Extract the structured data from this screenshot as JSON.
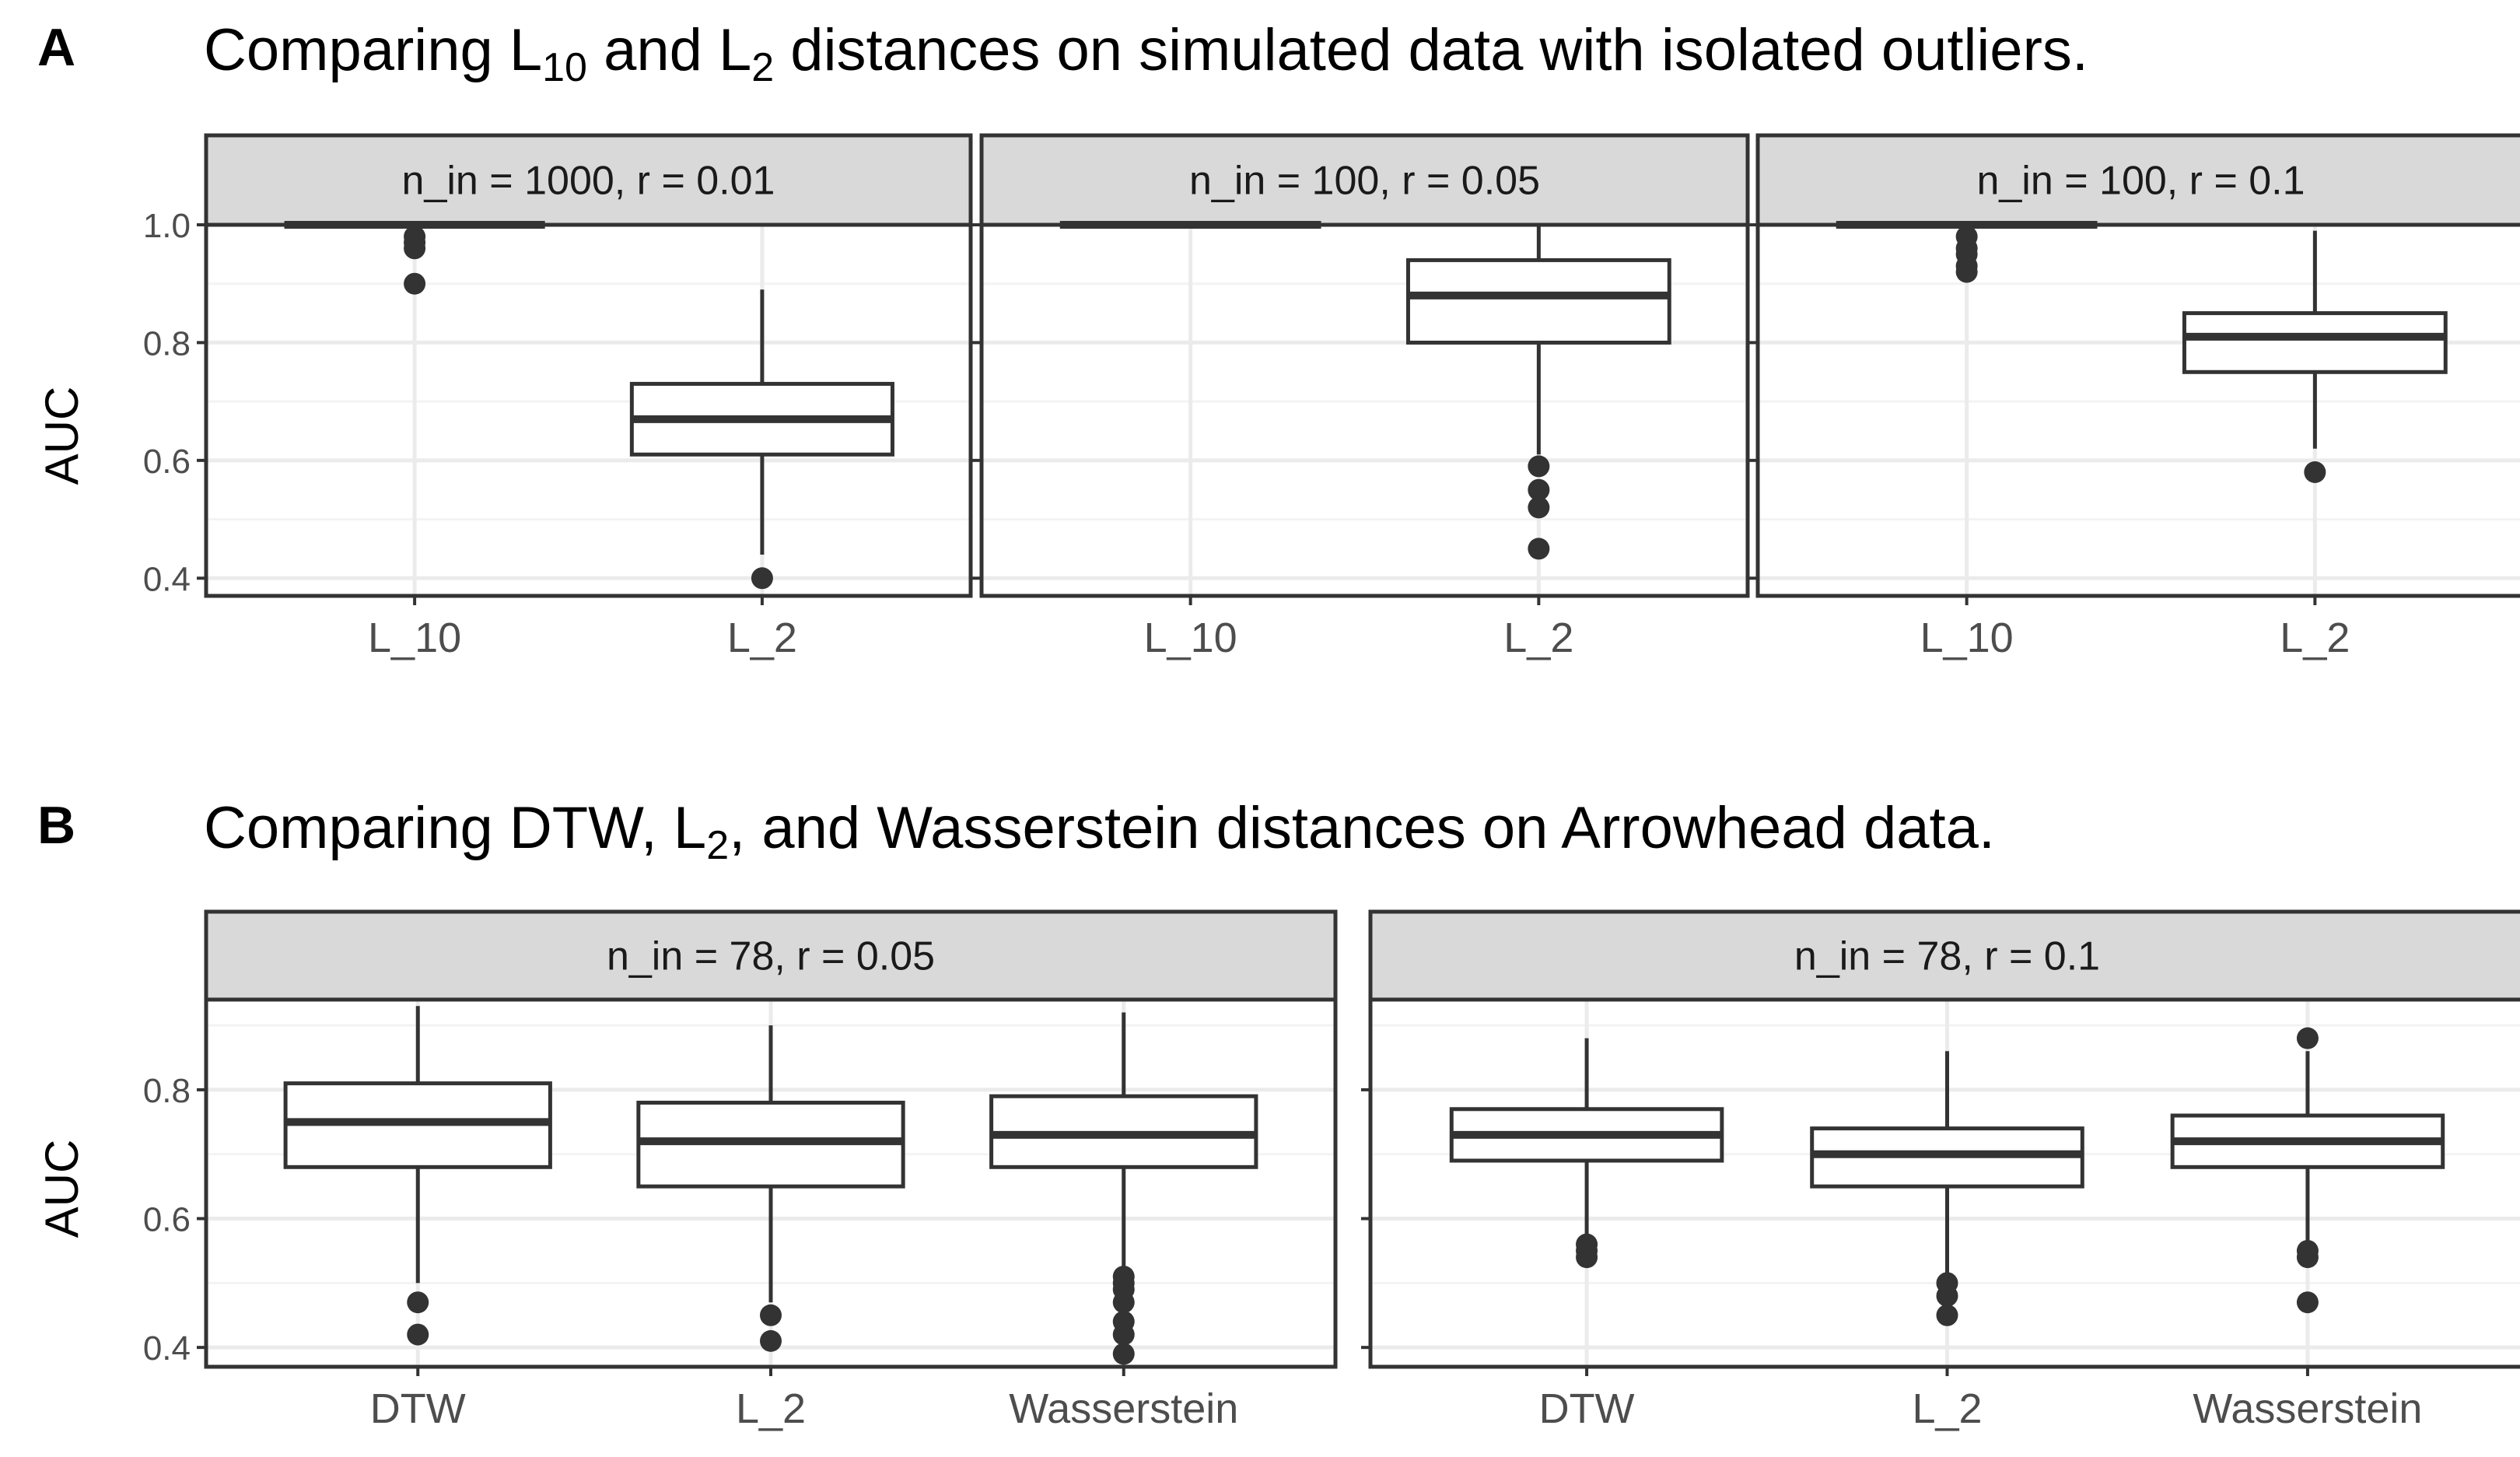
{
  "panels": {
    "A": {
      "letter": "A",
      "title_parts": [
        "Comparing L",
        "10",
        " and L",
        "2",
        " distances on simulated data with isolated outliers."
      ]
    },
    "B": {
      "letter": "B",
      "title_parts": [
        "Comparing DTW, L",
        "2",
        ", and Wasserstein distances on Arrowhead data."
      ]
    }
  },
  "colors": {
    "strip_fill": "#d9d9d9",
    "border": "#333333",
    "grid_major": "#ebebeb",
    "grid_minor": "#f3f3f3",
    "box_fill": "#ffffff",
    "box_line": "#333333",
    "outlier": "#333333"
  },
  "chart_data": [
    {
      "type": "boxplot",
      "row": "A",
      "facet": "n_in = 1000,  r = 0.01",
      "ylabel": "AUC",
      "ylim": [
        0.37,
        1.0
      ],
      "yticks": [
        "0.4",
        "0.6",
        "0.8",
        "1.0"
      ],
      "categories": [
        "L_10",
        "L_2"
      ],
      "boxes": [
        {
          "min": 1.0,
          "q1": 1.0,
          "median": 1.0,
          "q3": 1.0,
          "max": 1.0,
          "outliers": [
            0.98,
            0.97,
            0.96,
            0.9
          ]
        },
        {
          "min": 0.44,
          "q1": 0.61,
          "median": 0.67,
          "q3": 0.73,
          "max": 0.89,
          "outliers": [
            0.4
          ]
        }
      ]
    },
    {
      "type": "boxplot",
      "row": "A",
      "facet": "n_in = 100,  r = 0.05",
      "ylabel": "AUC",
      "ylim": [
        0.37,
        1.0
      ],
      "yticks": [
        "0.4",
        "0.6",
        "0.8",
        "1.0"
      ],
      "categories": [
        "L_10",
        "L_2"
      ],
      "boxes": [
        {
          "min": 1.0,
          "q1": 1.0,
          "median": 1.0,
          "q3": 1.0,
          "max": 1.0,
          "outliers": []
        },
        {
          "min": 0.61,
          "q1": 0.8,
          "median": 0.88,
          "q3": 0.94,
          "max": 1.0,
          "outliers": [
            0.59,
            0.55,
            0.52,
            0.45
          ]
        }
      ]
    },
    {
      "type": "boxplot",
      "row": "A",
      "facet": "n_in = 100,  r = 0.1",
      "ylabel": "AUC",
      "ylim": [
        0.37,
        1.0
      ],
      "yticks": [
        "0.4",
        "0.6",
        "0.8",
        "1.0"
      ],
      "categories": [
        "L_10",
        "L_2"
      ],
      "boxes": [
        {
          "min": 1.0,
          "q1": 1.0,
          "median": 1.0,
          "q3": 1.0,
          "max": 1.0,
          "outliers": [
            0.98,
            0.96,
            0.95,
            0.93,
            0.92
          ]
        },
        {
          "min": 0.62,
          "q1": 0.75,
          "median": 0.81,
          "q3": 0.85,
          "max": 0.99,
          "outliers": [
            0.58
          ]
        }
      ]
    },
    {
      "type": "boxplot",
      "row": "B",
      "facet": "n_in = 78, r = 0.05",
      "ylabel": "AUC",
      "ylim": [
        0.37,
        0.94
      ],
      "yticks": [
        "0.4",
        "0.6",
        "0.8"
      ],
      "categories": [
        "DTW",
        "L_2",
        "Wasserstein"
      ],
      "boxes": [
        {
          "min": 0.5,
          "q1": 0.68,
          "median": 0.75,
          "q3": 0.81,
          "max": 0.93,
          "outliers": [
            0.47,
            0.42
          ]
        },
        {
          "min": 0.47,
          "q1": 0.65,
          "median": 0.72,
          "q3": 0.78,
          "max": 0.9,
          "outliers": [
            0.45,
            0.41
          ]
        },
        {
          "min": 0.52,
          "q1": 0.68,
          "median": 0.73,
          "q3": 0.79,
          "max": 0.92,
          "outliers": [
            0.51,
            0.5,
            0.49,
            0.47,
            0.44,
            0.42,
            0.39
          ]
        }
      ]
    },
    {
      "type": "boxplot",
      "row": "B",
      "facet": "n_in = 78, r = 0.1",
      "ylabel": "AUC",
      "ylim": [
        0.37,
        0.94
      ],
      "yticks": [
        "0.4",
        "0.6",
        "0.8"
      ],
      "categories": [
        "DTW",
        "L_2",
        "Wasserstein"
      ],
      "boxes": [
        {
          "min": 0.57,
          "q1": 0.69,
          "median": 0.73,
          "q3": 0.77,
          "max": 0.88,
          "outliers": [
            0.56,
            0.55,
            0.54
          ]
        },
        {
          "min": 0.51,
          "q1": 0.65,
          "median": 0.7,
          "q3": 0.74,
          "max": 0.86,
          "outliers": [
            0.5,
            0.48,
            0.45
          ]
        },
        {
          "min": 0.56,
          "q1": 0.68,
          "median": 0.72,
          "q3": 0.76,
          "max": 0.86,
          "outliers": [
            0.88,
            0.55,
            0.54,
            0.47
          ]
        }
      ]
    }
  ]
}
